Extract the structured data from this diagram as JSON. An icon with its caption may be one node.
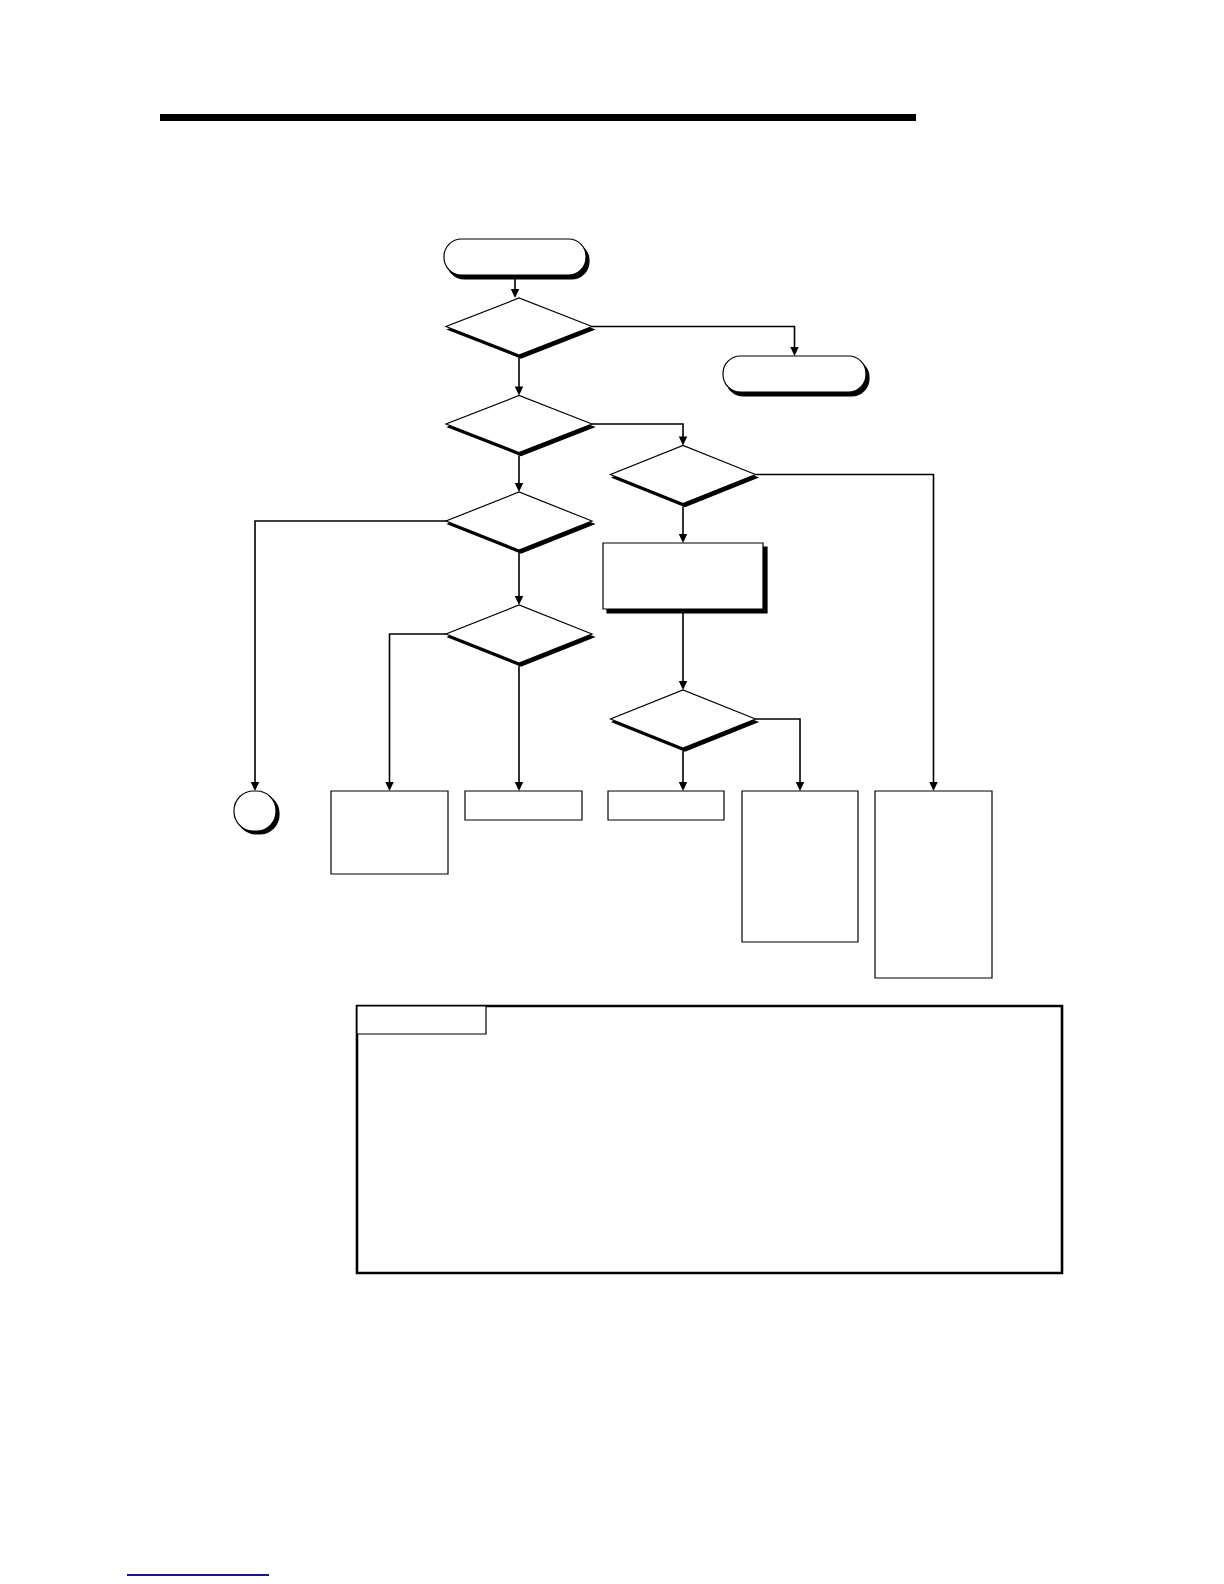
{
  "diagram": {
    "nodes": [
      {
        "text": [],
        "shape": "oval"
      },
      {
        "text": [],
        "shape": "diamond"
      },
      {
        "text": [],
        "shape": "oval"
      },
      {
        "text": [],
        "shape": "diamond"
      },
      {
        "text": [],
        "shape": "diamond"
      },
      {
        "text": [],
        "shape": "diamond"
      },
      {
        "text": [],
        "shape": "box"
      },
      {
        "text": [],
        "shape": "diamond"
      },
      {
        "text": [],
        "shape": "diamond"
      },
      {
        "text": [],
        "shape": "oval"
      },
      {
        "text": [],
        "shape": "box"
      },
      {
        "text": [],
        "shape": "box"
      },
      {
        "text": [],
        "shape": "box"
      },
      {
        "text": [],
        "shape": "box"
      },
      {
        "text": [],
        "shape": "box"
      },
      {
        "text": [],
        "shape": "box"
      },
      {
        "text": [],
        "shape": "box",
        "in": 15
      }
    ],
    "edges": [
      {
        "from": 0,
        "to": 1,
        "arrow": "to"
      },
      {
        "from": 1,
        "to": 2,
        "arrow": "to"
      },
      {
        "from": 1,
        "to": 3,
        "arrow": "to"
      },
      {
        "from": 3,
        "to": 4,
        "arrow": "to"
      },
      {
        "from": 3,
        "to": 5,
        "arrow": "to"
      },
      {
        "from": 4,
        "to": 14,
        "arrow": "to"
      },
      {
        "from": 4,
        "to": 6,
        "arrow": "to"
      },
      {
        "from": 5,
        "to": 9,
        "arrow": "to"
      },
      {
        "from": 5,
        "to": 7,
        "arrow": "to"
      },
      {
        "from": 6,
        "to": 8,
        "arrow": "to"
      },
      {
        "from": 7,
        "to": 10,
        "arrow": "to"
      },
      {
        "from": 7,
        "to": 11,
        "arrow": "to"
      },
      {
        "from": 8,
        "to": 12,
        "arrow": "to"
      },
      {
        "from": 8,
        "to": 13,
        "arrow": "to"
      }
    ]
  }
}
